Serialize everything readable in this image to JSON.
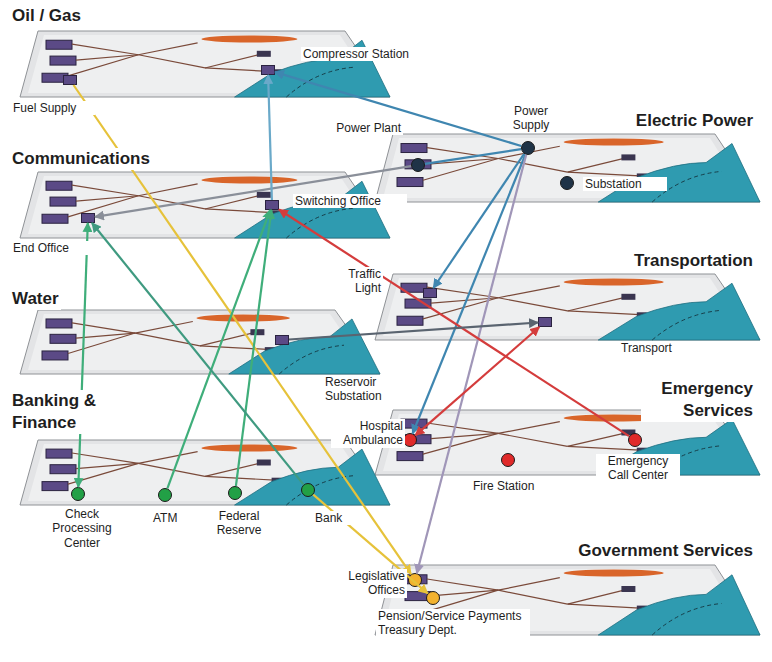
{
  "diagram": {
    "nodes": [
      {
        "text": [
          "Oil / Gas"
        ]
      },
      {
        "text": [
          "Compressor Station"
        ],
        "in": 0
      },
      {
        "text": [
          "Fuel Supply"
        ],
        "in": 0
      },
      {
        "text": [
          "Electric Power"
        ]
      },
      {
        "text": [
          "Power Plant"
        ],
        "in": 3
      },
      {
        "text": [
          "Power Supply"
        ],
        "in": 3
      },
      {
        "text": [
          "Substation"
        ],
        "in": 3
      },
      {
        "text": [
          "Communications"
        ]
      },
      {
        "text": [
          "Switching Office"
        ],
        "in": 7
      },
      {
        "text": [
          "End Office"
        ],
        "in": 7
      },
      {
        "text": [
          "Transportation"
        ]
      },
      {
        "text": [
          "Traffic Light"
        ],
        "in": 10
      },
      {
        "text": [
          "Transport"
        ],
        "in": 10
      },
      {
        "text": [
          "Water"
        ]
      },
      {
        "text": [
          "Reservoir Substation"
        ],
        "in": 13
      },
      {
        "text": [
          "Emergency Services"
        ]
      },
      {
        "text": [
          "Hospital Ambulance"
        ],
        "in": 15
      },
      {
        "text": [
          "Fire Station"
        ],
        "in": 15
      },
      {
        "text": [
          "Emergency Call Center"
        ],
        "in": 15
      },
      {
        "text": [
          "Banking & Finance"
        ]
      },
      {
        "text": [
          "Check Processing Center"
        ],
        "in": 19
      },
      {
        "text": [
          "ATM"
        ],
        "in": 19
      },
      {
        "text": [
          "Federal Reserve"
        ],
        "in": 19
      },
      {
        "text": [
          "Bank"
        ],
        "in": 19
      },
      {
        "text": [
          "Government Services"
        ]
      },
      {
        "text": [
          "Legislative Offices"
        ],
        "in": 24
      },
      {
        "text": [
          "Pension/Service Payments Treasury Dept."
        ],
        "in": 24
      }
    ],
    "edges": [
      {
        "from": 5,
        "to": 1,
        "arrow": "to"
      },
      {
        "from": 5,
        "to": 4,
        "arrow": "none"
      },
      {
        "from": 4,
        "to": 9,
        "arrow": "to"
      },
      {
        "from": 5,
        "to": 11,
        "arrow": "to"
      },
      {
        "from": 5,
        "to": 16,
        "arrow": "to"
      },
      {
        "from": 5,
        "to": 25,
        "arrow": "to"
      },
      {
        "from": 2,
        "to": 25,
        "arrow": "to"
      },
      {
        "from": 23,
        "to": 26,
        "arrow": "to"
      },
      {
        "from": 8,
        "to": 1,
        "arrow": "to"
      },
      {
        "from": 21,
        "to": 8,
        "arrow": "to"
      },
      {
        "from": 22,
        "to": 8,
        "arrow": "to"
      },
      {
        "from": 23,
        "to": 9,
        "arrow": "to"
      },
      {
        "from": 20,
        "to": 9,
        "arrow": "both"
      },
      {
        "from": 18,
        "to": 8,
        "arrow": "to"
      },
      {
        "from": 16,
        "to": 12,
        "arrow": "both"
      },
      {
        "from": 14,
        "to": 12,
        "arrow": "to"
      }
    ]
  }
}
